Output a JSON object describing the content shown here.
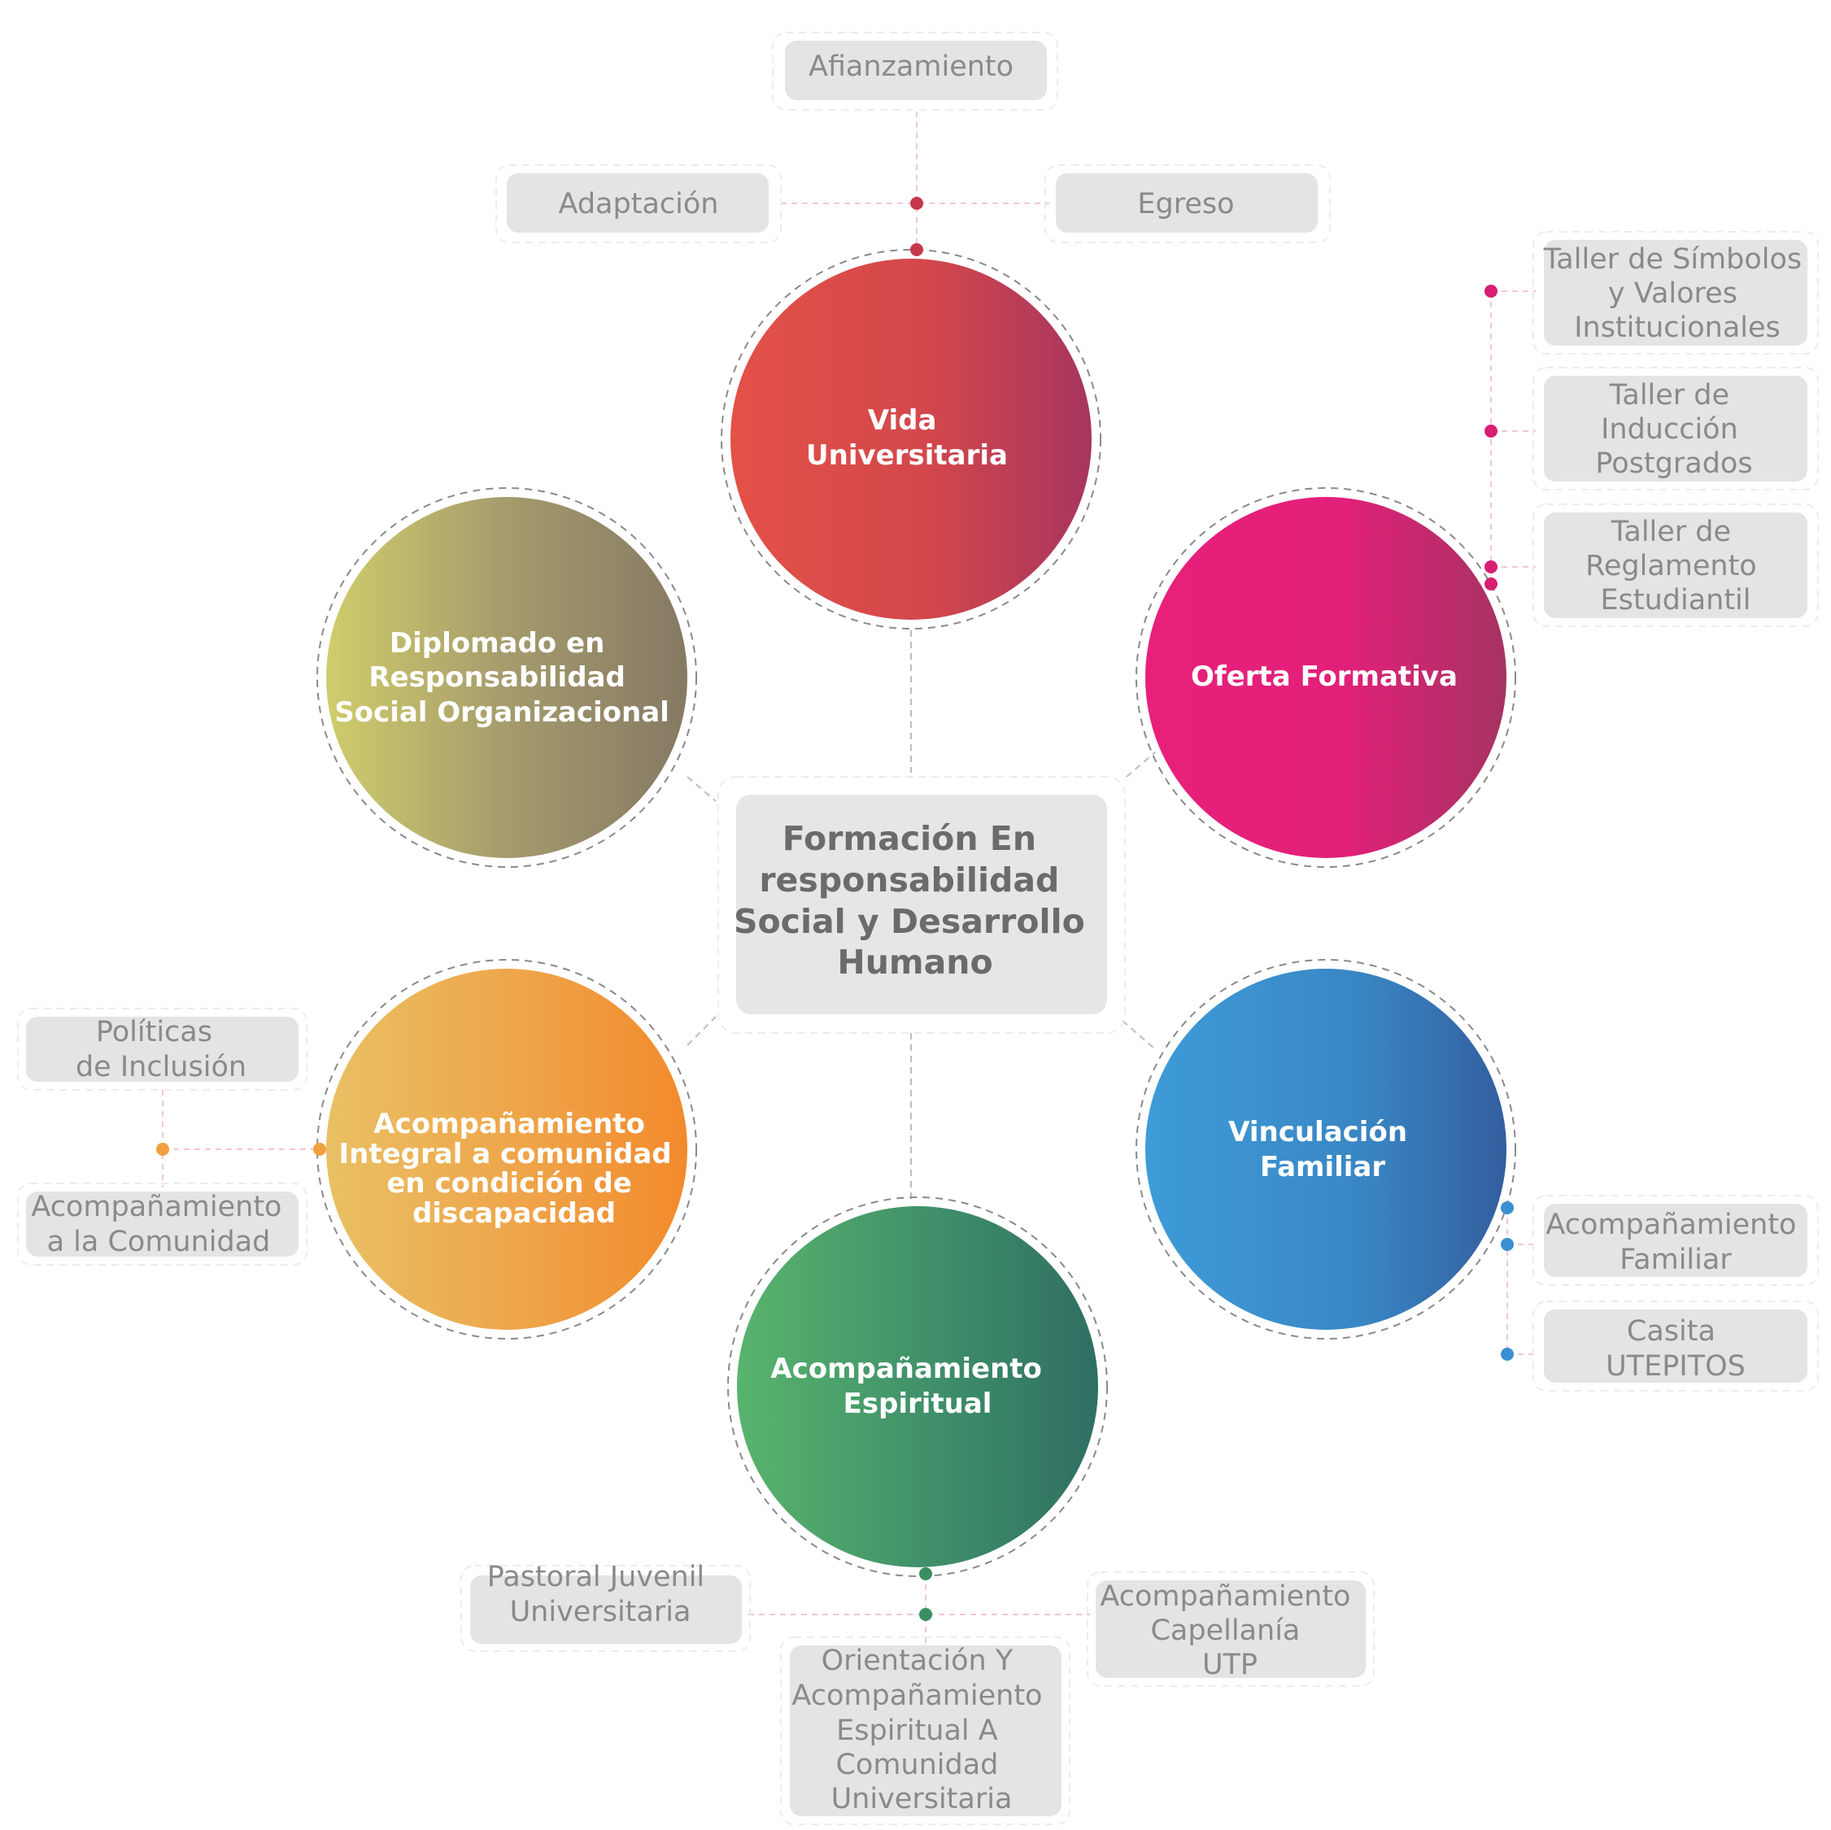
{
  "hub": {
    "lines": [
      "Formación En",
      "responsabilidad",
      "Social y Desarrollo",
      "Humano"
    ]
  },
  "nodes": {
    "vida": {
      "lines": [
        "Vida",
        "Universitaria"
      ],
      "color_start": "#e35147",
      "color_end": "#a6355f"
    },
    "oferta": {
      "lines": [
        "Oferta Formativa"
      ],
      "color_start": "#e8207a",
      "color_end": "#a63361"
    },
    "vinculacion": {
      "lines": [
        "Vinculación",
        "Familiar"
      ],
      "color_start": "#3d9cd8",
      "color_end": "#335e9e"
    },
    "espiritual": {
      "lines": [
        "Acompañamiento",
        "Espiritual"
      ],
      "color_start": "#58b46c",
      "color_end": "#2f6f62"
    },
    "discapacidad": {
      "lines": [
        "Acompañamiento",
        "Integral a comunidad",
        "en condición de",
        "discapacidad"
      ],
      "color_start": "#e9c064",
      "color_end": "#f28a2c"
    },
    "diplomado": {
      "lines": [
        "Diplomado en",
        "Responsabilidad",
        "Social Organizacional"
      ],
      "color_start": "#cfcd6c",
      "color_end": "#857963"
    }
  },
  "leaves": {
    "afianzamiento": [
      "Afianzamiento"
    ],
    "adaptacion": [
      "Adaptación"
    ],
    "egreso": [
      "Egreso"
    ],
    "simbolos": [
      "Taller de Símbolos",
      "y Valores",
      "Institucionales"
    ],
    "induccion": [
      "Taller de",
      "Inducción",
      "Postgrados"
    ],
    "reglamento": [
      "Taller de",
      "Reglamento",
      "Estudiantil"
    ],
    "familiar": [
      "Acompañamiento",
      "Familiar"
    ],
    "utepitos": [
      "Casita",
      "UTEPITOS"
    ],
    "pastoral": [
      "Pastoral Juvenil",
      "Universitaria"
    ],
    "capellania": [
      "Acompañamiento",
      "Capellanía",
      "UTP"
    ],
    "orientacion": [
      "Orientación Y",
      "Acompañamiento",
      "Espiritual A",
      "Comunidad",
      "Universitaria"
    ],
    "politicas": [
      "Políticas",
      "de Inclusión"
    ],
    "comunidad": [
      "Acompañamiento",
      "a la Comunidad"
    ]
  },
  "colors": {
    "vida_dot": "#c8374a",
    "oferta_dot": "#d81e72",
    "vinculacion_dot": "#3a8fd0",
    "espiritual_dot": "#3a8f62",
    "discapacidad_dot": "#f0a040",
    "box_fill": "#e4e4e4",
    "leaf_text": "#8a8a8a",
    "hub_text": "#6b6b6b"
  }
}
